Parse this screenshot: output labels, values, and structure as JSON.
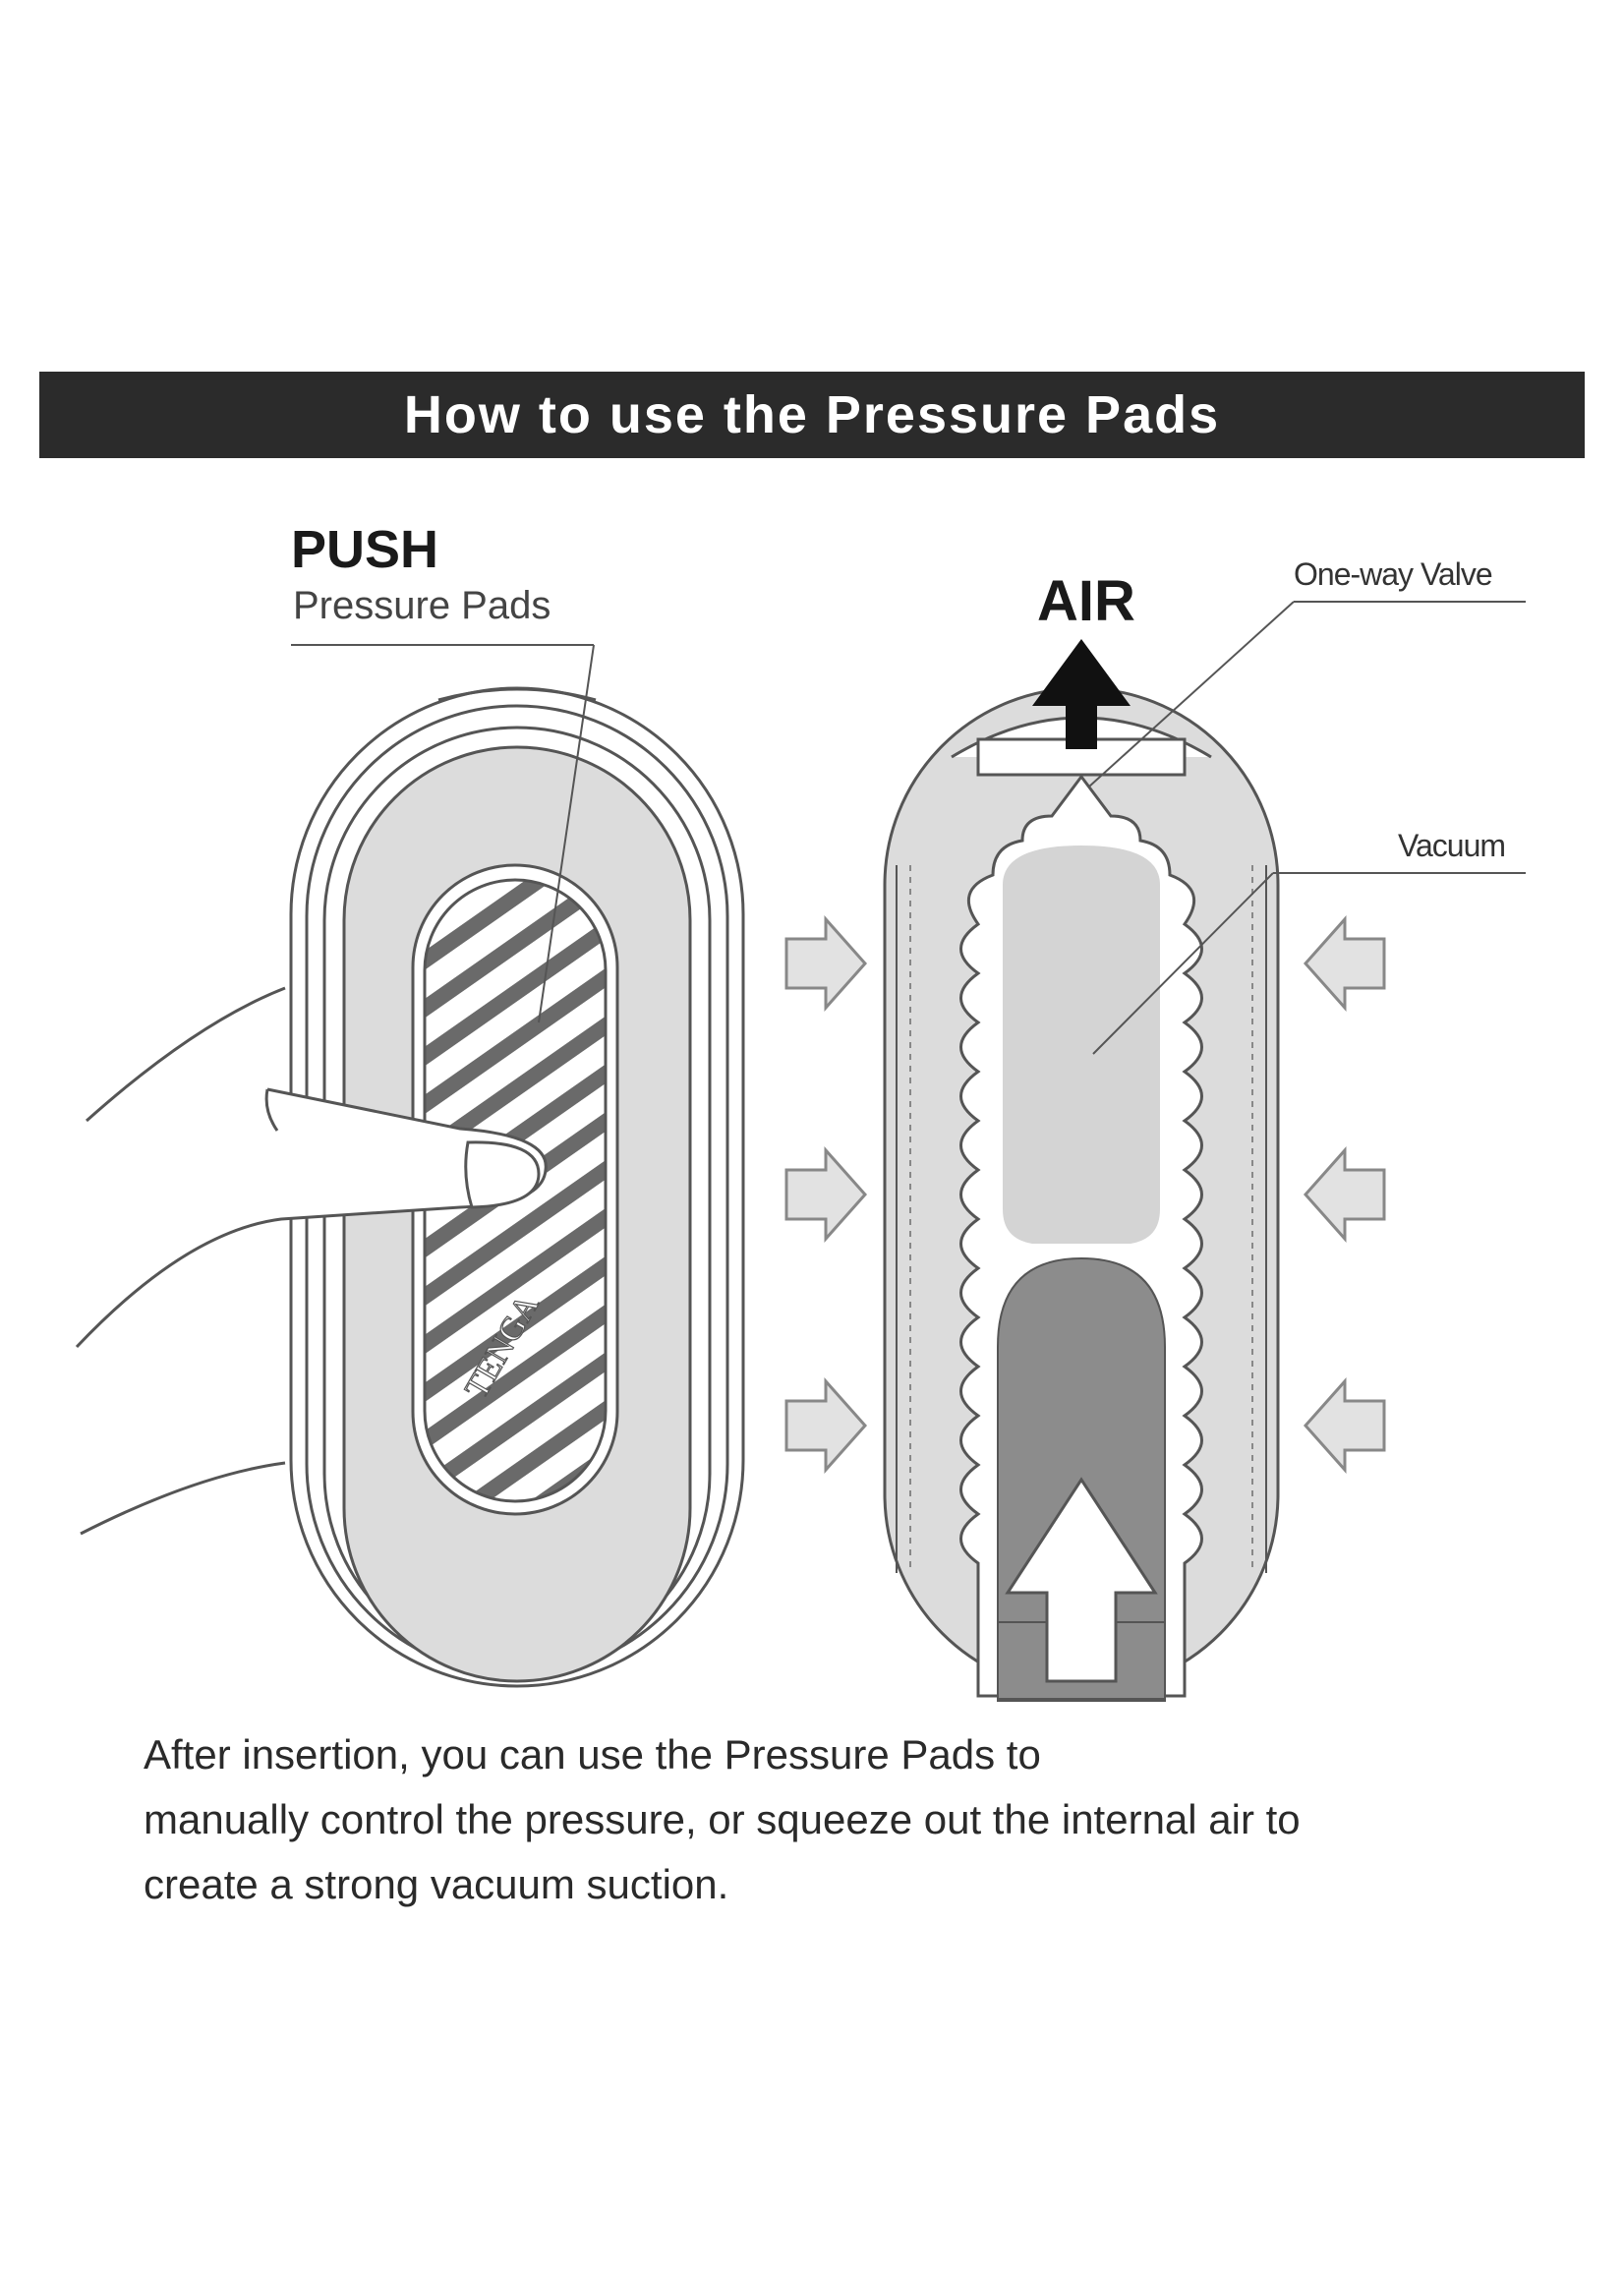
{
  "banner": {
    "title": "How to use the Pressure Pads"
  },
  "left_figure": {
    "label_action": "PUSH",
    "label_part": "Pressure Pads",
    "brand_mark": "TENGA"
  },
  "right_figure": {
    "label_air": "AIR",
    "label_valve": "One-way Valve",
    "label_vacuum": "Vacuum"
  },
  "caption": {
    "line1": "After insertion, you can use the Pressure Pads to",
    "line2": "manually control the pressure, or squeeze out the internal air to",
    "line3": "create a strong vacuum suction."
  },
  "colors": {
    "banner_bg": "#2b2b2b",
    "banner_text": "#ffffff",
    "body_fill": "#dcdcdc",
    "dark_fill": "#8c8c8c",
    "arrow_fill": "#e2e2e2",
    "outline": "#555555"
  }
}
